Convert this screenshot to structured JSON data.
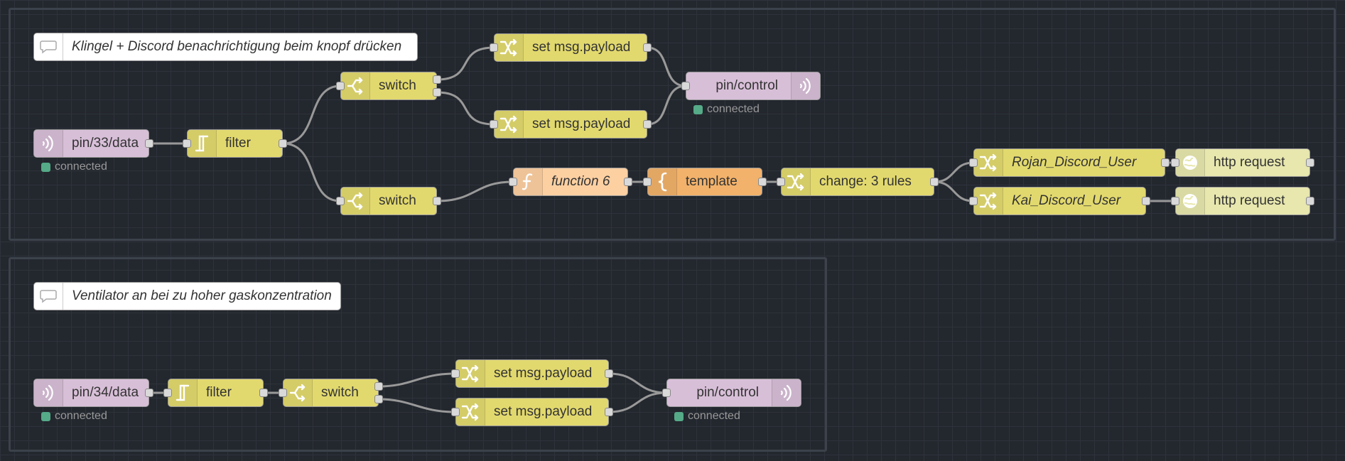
{
  "flows": [
    {
      "comment": "Klingel + Discord benachrichtigung beim knopf drücken",
      "nodes": {
        "pin33": {
          "label": "pin/33/data",
          "status": "connected"
        },
        "filter1": {
          "label": "filter"
        },
        "switch_top": {
          "label": "switch"
        },
        "switch_bottom": {
          "label": "switch"
        },
        "set_payload_1": {
          "label": "set msg.payload"
        },
        "set_payload_2": {
          "label": "set msg.payload"
        },
        "pin_control_1": {
          "label": "pin/control",
          "status": "connected"
        },
        "function6": {
          "label": "function 6"
        },
        "template": {
          "label": "template"
        },
        "change3": {
          "label": "change: 3 rules"
        },
        "rojan": {
          "label": "Rojan_Discord_User"
        },
        "kai": {
          "label": "Kai_Discord_User"
        },
        "http1": {
          "label": "http request"
        },
        "http2": {
          "label": "http request"
        }
      }
    },
    {
      "comment": "Ventilator an bei zu hoher gaskonzentration",
      "nodes": {
        "pin34": {
          "label": "pin/34/data",
          "status": "connected"
        },
        "filter2": {
          "label": "filter"
        },
        "switch2": {
          "label": "switch"
        },
        "set_payload_3": {
          "label": "set msg.payload"
        },
        "set_payload_4": {
          "label": "set msg.payload"
        },
        "pin_control_2": {
          "label": "pin/control",
          "status": "connected"
        }
      }
    }
  ],
  "colors": {
    "function_yellow": "#e2d96e",
    "mqtt_purple": "#d8bfd8",
    "function_peach": "#fdd0a2",
    "template_orange": "#f2b26b",
    "http_light": "#e7e7ae",
    "status_green": "#55aa88",
    "background": "#23272e"
  }
}
